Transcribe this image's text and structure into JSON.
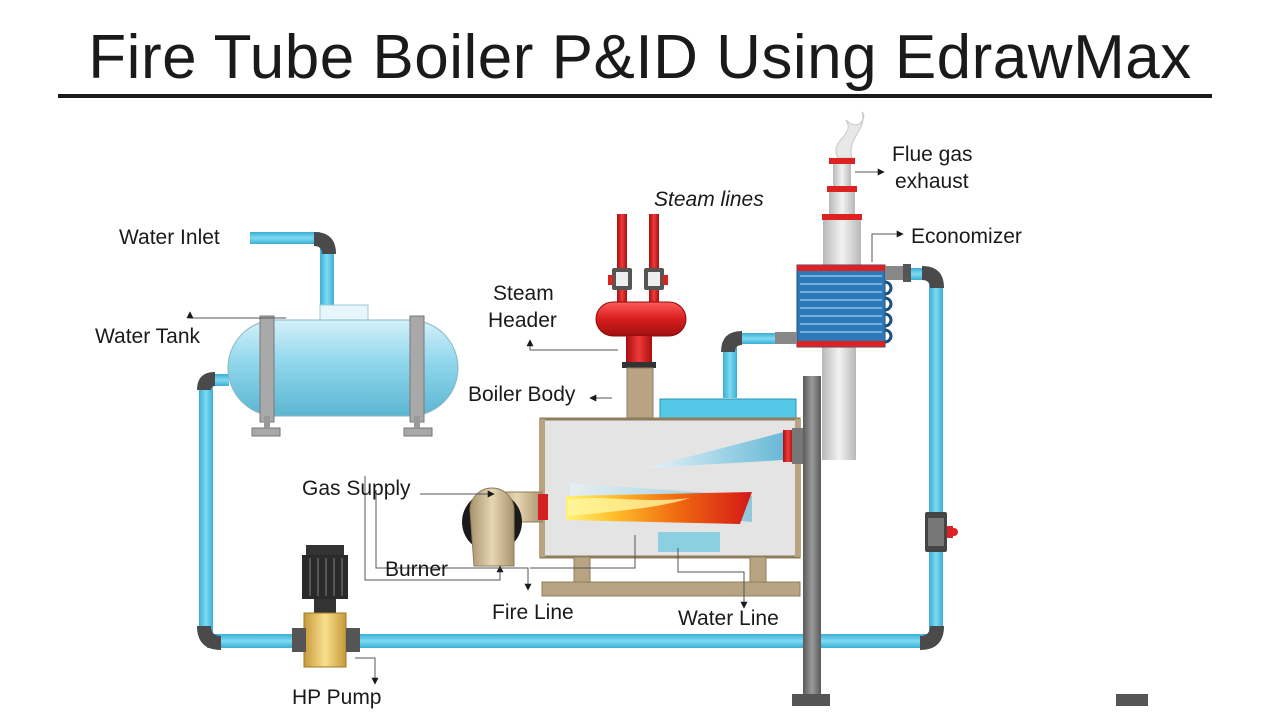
{
  "title": "Fire Tube Boiler P&ID Using EdrawMax",
  "labels": {
    "water_inlet": "Water Inlet",
    "water_tank": "Water Tank",
    "steam_lines": "Steam lines",
    "steam_header_1": "Steam",
    "steam_header_2": "Header",
    "boiler_body": "Boiler Body",
    "gas_supply": "Gas Supply",
    "burner": "Burner",
    "fire_line": "Fire Line",
    "water_line": "Water Line",
    "hp_pump": "HP Pump",
    "flue_gas_1": "Flue gas",
    "flue_gas_2": "exhaust",
    "economizer": "Economizer"
  },
  "colors": {
    "water_pipe": "#55c8e8",
    "steam_pipe": "#d42020",
    "tank": "#8fd6ec",
    "boiler_shell": "#e4e4e4",
    "frame": "#b8a382",
    "stack": "#d8d8d8",
    "economizer": "#2f78b8"
  }
}
